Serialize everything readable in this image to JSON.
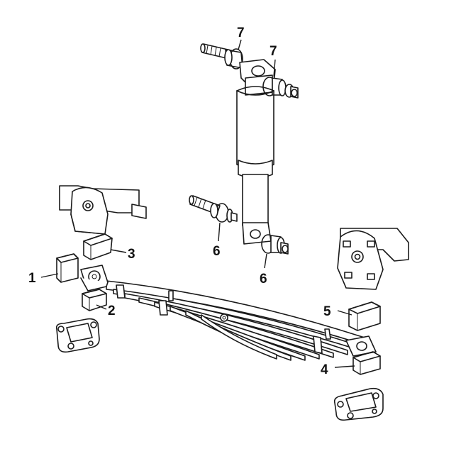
{
  "diagram": {
    "callouts": [
      {
        "id": "c1",
        "text": "1"
      },
      {
        "id": "c2",
        "text": "2"
      },
      {
        "id": "c3",
        "text": "3"
      },
      {
        "id": "c4",
        "text": "4"
      },
      {
        "id": "c5",
        "text": "5"
      },
      {
        "id": "c6a",
        "text": "6"
      },
      {
        "id": "c6b",
        "text": "6"
      },
      {
        "id": "c7a",
        "text": "7"
      },
      {
        "id": "c7b",
        "text": "7"
      }
    ],
    "colors": {
      "line": "#1a1a1a",
      "rubber": "#6d6d6d",
      "shock_body": "#4a4a4a",
      "background": "#ffffff"
    }
  }
}
